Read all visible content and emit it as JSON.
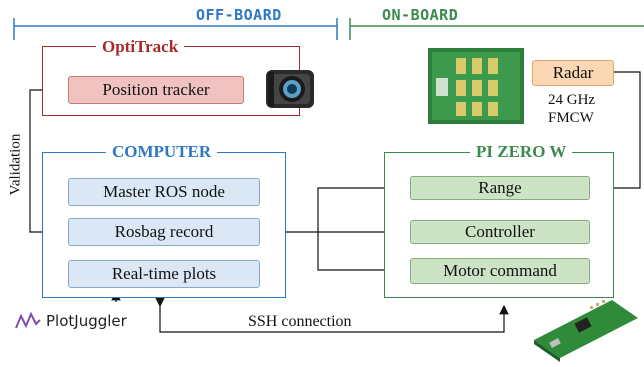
{
  "header": {
    "off_board": "OFF-BOARD",
    "on_board": "ON-BOARD"
  },
  "optitrack": {
    "title": "OptiTrack",
    "position_tracker": "Position tracker"
  },
  "computer": {
    "title": "COMPUTER",
    "master_ros": "Master ROS node",
    "rosbag": "Rosbag record",
    "plots": "Real-time plots"
  },
  "pizero": {
    "title": "PI ZERO W",
    "range": "Range",
    "controller": "Controller",
    "motor": "Motor command"
  },
  "radar": {
    "label": "Radar",
    "freq": "24 GHz",
    "type": "FMCW"
  },
  "labels": {
    "validation": "Validation",
    "ssh": "SSH connection",
    "plotjuggler": "PlotJuggler"
  },
  "colors": {
    "offboard": "#2f78c4",
    "onboard": "#3d8a4d",
    "optitrack": "#a52a2a",
    "computer": "#2f78c4",
    "pizero": "#3d8a4d"
  }
}
